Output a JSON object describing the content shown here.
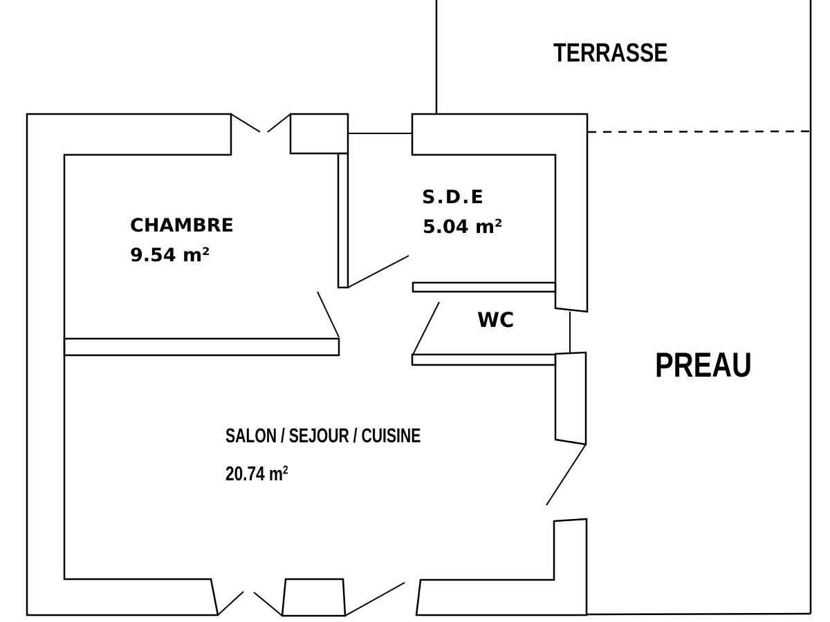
{
  "rooms": {
    "terrasse": {
      "name": "TERRASSE"
    },
    "chambre": {
      "name": "CHAMBRE",
      "area": "9.54 m",
      "unit_exp": "2"
    },
    "sde": {
      "name": "S.D.E",
      "area": "5.04 m",
      "unit_exp": "2"
    },
    "wc": {
      "name": "WC"
    },
    "preau": {
      "name": "PREAU"
    },
    "salon": {
      "name": "SALON / SEJOUR / CUISINE",
      "area": "20.74 m",
      "unit_exp": "2"
    }
  },
  "colors": {
    "line": "#000000",
    "background": "#ffffff"
  }
}
